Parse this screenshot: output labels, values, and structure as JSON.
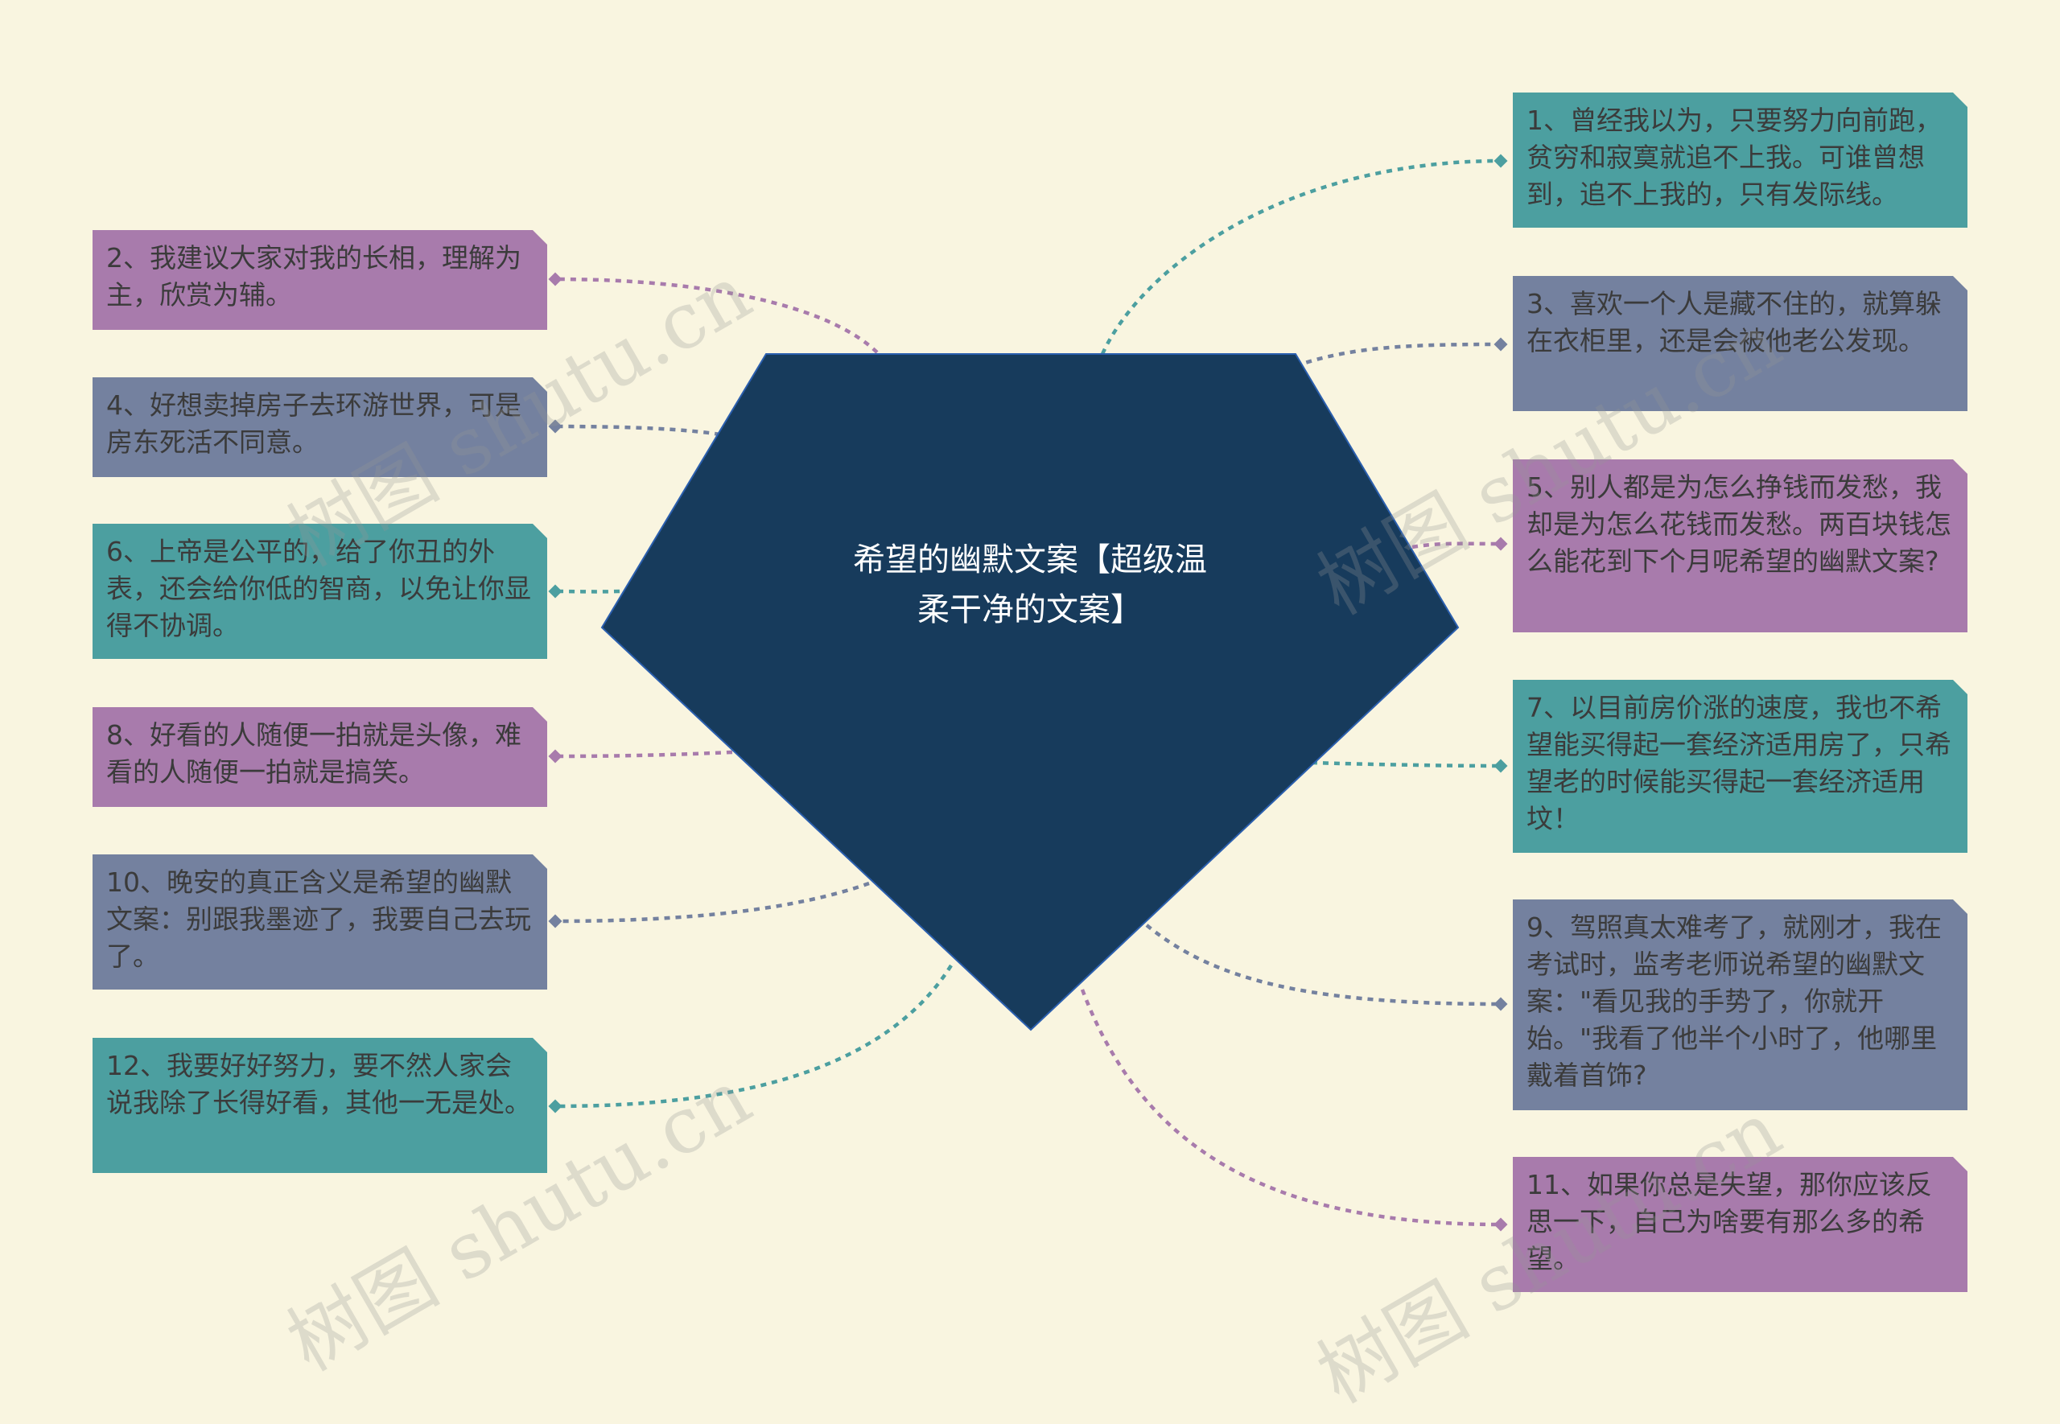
{
  "center": {
    "title_line1": "希望的幽默文案【超级温",
    "title_line2": "柔干净的文案】",
    "color": "#173b5c"
  },
  "colors": {
    "teal": "#4c9fa0",
    "slate": "#74819f",
    "purple": "#a87bac",
    "background": "#f9f5e0"
  },
  "nodes_right": [
    {
      "id": "1",
      "text": "1、曾经我以为，只要努力向前跑，贫穷和寂寞就追不上我。可谁曾想到，追不上我的，只有发际线。",
      "color": "teal"
    },
    {
      "id": "3",
      "text": "3、喜欢一个人是藏不住的，就算躲在衣柜里，还是会被他老公发现。",
      "color": "slate"
    },
    {
      "id": "5",
      "text": "5、别人都是为怎么挣钱而发愁，我却是为怎么花钱而发愁。两百块钱怎么能花到下个月呢希望的幽默文案?",
      "color": "purple"
    },
    {
      "id": "7",
      "text": "7、以目前房价涨的速度，我也不希望能买得起一套经济适用房了，只希望老的时候能买得起一套经济适用坟！",
      "color": "teal"
    },
    {
      "id": "9",
      "text": "9、驾照真太难考了，就刚才，我在考试时，监考老师说希望的幽默文案：\"看见我的手势了，你就开始。\"我看了他半个小时了，他哪里戴着首饰?",
      "color": "slate"
    },
    {
      "id": "11",
      "text": "11、如果你总是失望，那你应该反思一下，自己为啥要有那么多的希望。",
      "color": "purple"
    }
  ],
  "nodes_left": [
    {
      "id": "2",
      "text": "2、我建议大家对我的长相，理解为主，欣赏为辅。",
      "color": "purple"
    },
    {
      "id": "4",
      "text": "4、好想卖掉房子去环游世界，可是房东死活不同意。",
      "color": "slate"
    },
    {
      "id": "6",
      "text": "6、上帝是公平的，给了你丑的外表，还会给你低的智商，以免让你显得不协调。",
      "color": "teal"
    },
    {
      "id": "8",
      "text": "8、好看的人随便一拍就是头像，难看的人随便一拍就是搞笑。",
      "color": "purple"
    },
    {
      "id": "10",
      "text": "10、晚安的真正含义是希望的幽默文案：别跟我墨迹了，我要自己去玩了。",
      "color": "slate"
    },
    {
      "id": "12",
      "text": "12、我要好好努力，要不然人家会说我除了长得好看，其他一无是处。",
      "color": "teal"
    }
  ],
  "watermark": "树图 shutu.cn"
}
